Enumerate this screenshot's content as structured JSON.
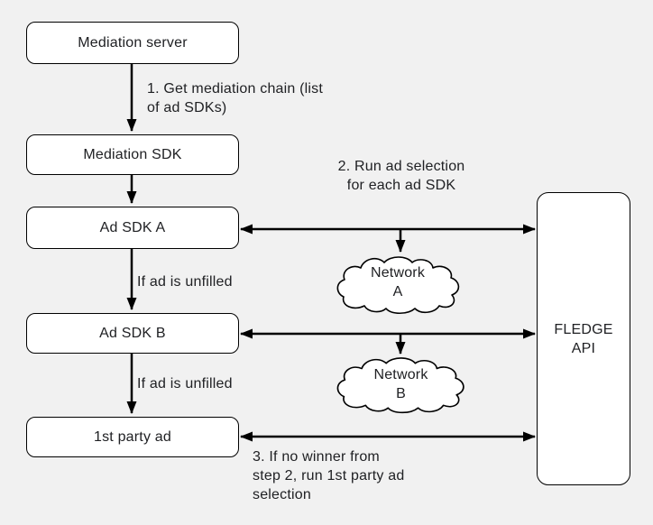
{
  "diagram": {
    "nodes": {
      "mediation_server": "Mediation server",
      "mediation_sdk": "Mediation SDK",
      "ad_sdk_a": "Ad SDK A",
      "ad_sdk_b": "Ad SDK B",
      "first_party_ad": "1st party ad",
      "fledge_api": {
        "line1": "FLEDGE",
        "line2": "API"
      }
    },
    "clouds": {
      "network_a": {
        "line1": "Network",
        "line2": "A"
      },
      "network_b": {
        "line1": "Network",
        "line2": "B"
      }
    },
    "annotations": {
      "step1": {
        "line1": "1. Get mediation chain (list",
        "line2": "of ad SDKs)"
      },
      "step2": {
        "line1": "2. Run ad selection",
        "line2": "for each ad SDK"
      },
      "step3": {
        "line1": "3. If no winner from",
        "line2": "step 2, run 1st party ad",
        "line3": "selection"
      },
      "unfilled_a": "If ad is unfilled",
      "unfilled_b": "If ad is unfilled"
    },
    "colors": {
      "background": "#f1f1f1",
      "node_fill": "#ffffff",
      "stroke": "#000000",
      "text": "#202124"
    }
  }
}
